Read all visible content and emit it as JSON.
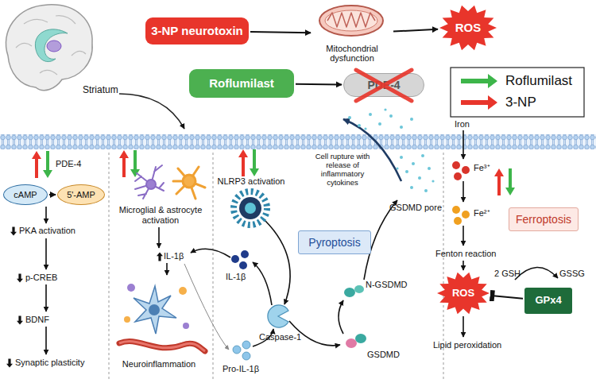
{
  "diagram": {
    "nodes": [
      {
        "text": [
          "3-NP neurotoxin"
        ]
      },
      {
        "text": [
          "Mitochondrial dysfunction"
        ]
      },
      {
        "text": [
          "ROS"
        ]
      },
      {
        "text": [
          "Roflumilast"
        ]
      },
      {
        "text": [
          "PDE-4"
        ]
      },
      {
        "text": [
          "cAMP"
        ]
      },
      {
        "text": [
          "5'-AMP"
        ]
      },
      {
        "text": [
          "Pyroptosis"
        ]
      },
      {
        "text": [
          "Ferroptosis"
        ]
      },
      {
        "text": [
          "ROS"
        ]
      },
      {
        "text": [
          "GPx4"
        ]
      }
    ],
    "edges": [
      {
        "from": 0,
        "to": 1,
        "arrow": "to"
      },
      {
        "from": 1,
        "to": 2,
        "arrow": "to"
      },
      {
        "from": 3,
        "to": 4,
        "arrow": "to"
      },
      {
        "from": 5,
        "to": 6,
        "arrow": "to"
      },
      {
        "from": 10,
        "to": 9,
        "arrow": "to"
      }
    ],
    "labels": [
      "Striatum",
      "PDE-4",
      "PKA activation",
      "p-CREB",
      "BDNF",
      "Synaptic plasticity",
      "Microglial & astrocyte activation",
      "IL-1β",
      "Neuroinflammation",
      "NLRP3 activation",
      "IL-1β",
      "Pro-IL-1β",
      "Caspase-1",
      "Cell rupture with release of inflammatory cytokines",
      "GSDMD pore",
      "N-GSDMD",
      "GSDMD",
      "Iron",
      "Fe³⁺",
      "Fe²⁺",
      "Fenton reaction",
      "2 GSH",
      "GSSG",
      "Lipid peroxidation"
    ],
    "legend": [
      {
        "text": "Roflumilast"
      },
      {
        "text": "3-NP"
      }
    ]
  }
}
